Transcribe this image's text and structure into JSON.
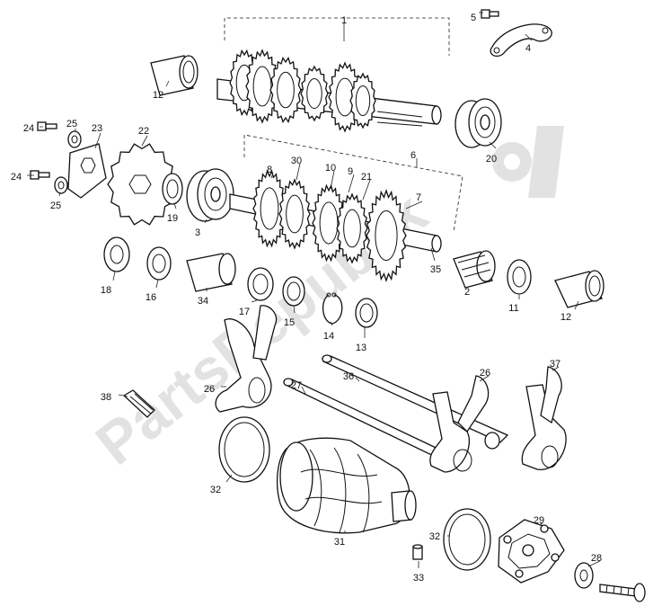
{
  "watermark": {
    "text": "PartsRepublik",
    "color": "#d0d0d0"
  },
  "colors": {
    "line": "#111111",
    "background": "#ffffff"
  },
  "callouts": [
    {
      "id": "c1",
      "label": "1"
    },
    {
      "id": "c5",
      "label": "5"
    },
    {
      "id": "c4",
      "label": "4"
    },
    {
      "id": "c12a",
      "label": "12"
    },
    {
      "id": "c20",
      "label": "20"
    },
    {
      "id": "c24a",
      "label": "24"
    },
    {
      "id": "c25a",
      "label": "25"
    },
    {
      "id": "c23",
      "label": "23"
    },
    {
      "id": "c22",
      "label": "22"
    },
    {
      "id": "c24b",
      "label": "24"
    },
    {
      "id": "c25b",
      "label": "25"
    },
    {
      "id": "c19",
      "label": "19"
    },
    {
      "id": "c3",
      "label": "3"
    },
    {
      "id": "c8",
      "label": "8"
    },
    {
      "id": "c30",
      "label": "30"
    },
    {
      "id": "c10",
      "label": "10"
    },
    {
      "id": "c9",
      "label": "9"
    },
    {
      "id": "c21",
      "label": "21"
    },
    {
      "id": "c6",
      "label": "6"
    },
    {
      "id": "c7",
      "label": "7"
    },
    {
      "id": "c35",
      "label": "35"
    },
    {
      "id": "c2",
      "label": "2"
    },
    {
      "id": "c11",
      "label": "11"
    },
    {
      "id": "c12b",
      "label": "12"
    },
    {
      "id": "c18",
      "label": "18"
    },
    {
      "id": "c16",
      "label": "16"
    },
    {
      "id": "c34",
      "label": "34"
    },
    {
      "id": "c17",
      "label": "17"
    },
    {
      "id": "c15",
      "label": "15"
    },
    {
      "id": "c14",
      "label": "14"
    },
    {
      "id": "c13",
      "label": "13"
    },
    {
      "id": "c38",
      "label": "38"
    },
    {
      "id": "c26a",
      "label": "26"
    },
    {
      "id": "c27",
      "label": "27"
    },
    {
      "id": "c36",
      "label": "36"
    },
    {
      "id": "c26b",
      "label": "26"
    },
    {
      "id": "c37",
      "label": "37"
    },
    {
      "id": "c32a",
      "label": "32"
    },
    {
      "id": "c31",
      "label": "31"
    },
    {
      "id": "c32b",
      "label": "32"
    },
    {
      "id": "c29",
      "label": "29"
    },
    {
      "id": "c28",
      "label": "28"
    },
    {
      "id": "c33",
      "label": "33"
    }
  ]
}
